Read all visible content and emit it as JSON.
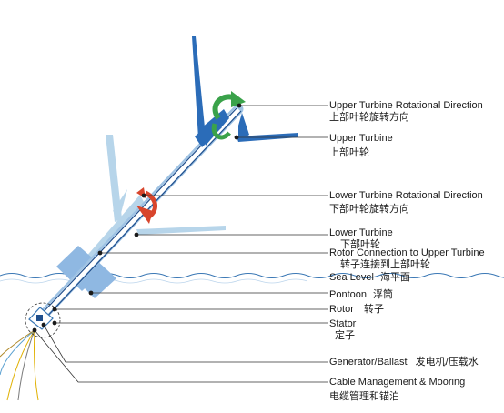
{
  "colors": {
    "upper_turbine": "#2b6cb8",
    "lower_turbine": "#b7d5ea",
    "tower_outer": "#9fc3e4",
    "tower_inner": "#1f4e8c",
    "green_arrow": "#3aa24a",
    "red_arrow": "#d8452c",
    "sea": "#3b78b5",
    "pontoon": "#8fb8e2",
    "leader": "#333333",
    "mooring_lines": [
      "#e0b000",
      "#7a7a7a",
      "#5aa0d0",
      "#b08a2a"
    ]
  },
  "labels": [
    {
      "id": "upper-rot",
      "en": "Upper Turbine Rotational Direction",
      "zh": "上部叶轮旋转方向"
    },
    {
      "id": "upper-turbine",
      "en": "Upper Turbine",
      "zh": "上部叶轮"
    },
    {
      "id": "lower-rot",
      "en": "Lower Turbine Rotational Direction",
      "zh": "下部叶轮旋转方向"
    },
    {
      "id": "lower-turbine",
      "en": "Lower Turbine",
      "zh": "下部叶轮"
    },
    {
      "id": "rotor-conn",
      "en": "Rotor Connection to Upper Turbine",
      "zh": "转子连接到上部叶轮"
    },
    {
      "id": "sea-level",
      "en": "Sea Level",
      "zh": "海平面"
    },
    {
      "id": "pontoon",
      "en": "Pontoon",
      "zh": "浮筒"
    },
    {
      "id": "rotor",
      "en": "Rotor",
      "zh": "转子"
    },
    {
      "id": "stator",
      "en": "Stator",
      "zh": "定子"
    },
    {
      "id": "generator",
      "en": "Generator/Ballast",
      "zh": "发电机/压载水"
    },
    {
      "id": "cable",
      "en": "Cable Management & Mooring",
      "zh": "电缆管理和锚泊"
    }
  ]
}
